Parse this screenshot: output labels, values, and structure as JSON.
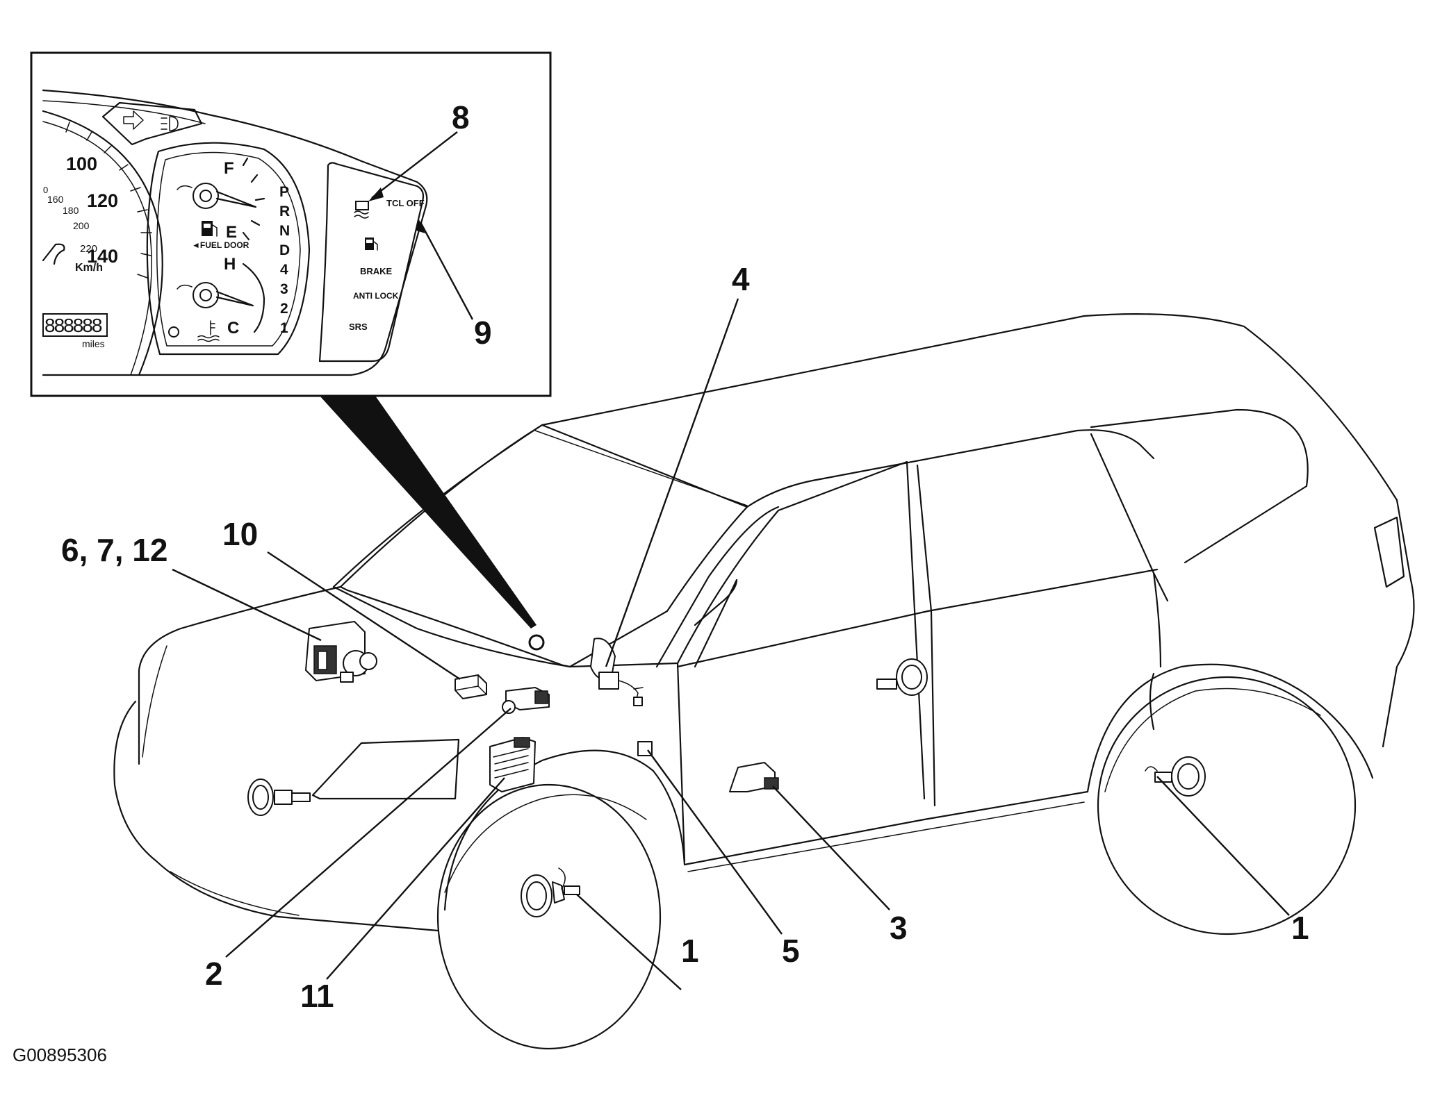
{
  "figure_id": "G00895306",
  "gauge_cluster": {
    "speed_marks": [
      "100",
      "120",
      "140"
    ],
    "kmh_marks": [
      "0",
      "160",
      "180",
      "200",
      "220"
    ],
    "speed_unit": "Km/h",
    "odometer_value": "888888",
    "odometer_unit": "miles",
    "fuel_full": "F",
    "fuel_empty": "E",
    "fuel_door": "◄FUEL DOOR",
    "temp_hot": "H",
    "temp_cold": "C",
    "gear_positions": [
      "P",
      "R",
      "N",
      "D",
      "4",
      "3",
      "2",
      "1"
    ],
    "warning_lights": [
      "TCL OFF",
      "BRAKE",
      "ANTI LOCK",
      "SRS"
    ]
  },
  "callouts": {
    "c1_front": "1",
    "c1_rear": "1",
    "c2": "2",
    "c3": "3",
    "c4": "4",
    "c5": "5",
    "c6_7_12": "6, 7, 12",
    "c8": "8",
    "c9": "9",
    "c10": "10",
    "c11": "11"
  },
  "icons": [
    "wheel-speed-sensor-icon",
    "abs-hydraulic-unit-icon",
    "steering-sensor-icon",
    "g-sensor-icon",
    "control-unit-icon",
    "relay-icon",
    "traction-warning-icon",
    "fuel-pump-icon"
  ]
}
